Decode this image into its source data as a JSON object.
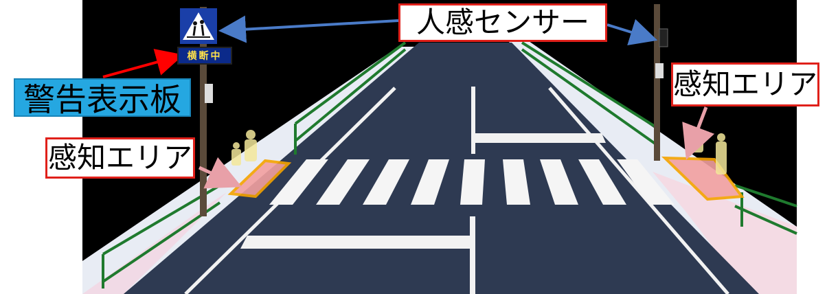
{
  "labels": {
    "sensor": "人感センサー",
    "warning_board": "警告表示板",
    "detection_area_left": "感知エリア",
    "detection_area_right": "感知エリア",
    "sign_plate_text": "横断中"
  },
  "icons": {
    "crossing_sign": "pedestrian-crossing-sign-icon",
    "pedestrians": "pedestrian-silhouette-icon",
    "sensor": "motion-sensor-icon"
  },
  "colors": {
    "background": "#000000",
    "road": "#2e3a52",
    "sidewalk": "#e9edf5",
    "label_border": "#e0201a",
    "warning_board_bg": "#25a7e1",
    "detection_zone": "#f2a0a0",
    "detection_zone_border": "#f5a300",
    "arrow_blue": "#4a7bc8",
    "arrow_red": "#ff0000",
    "railing": "#1f7a2e"
  }
}
